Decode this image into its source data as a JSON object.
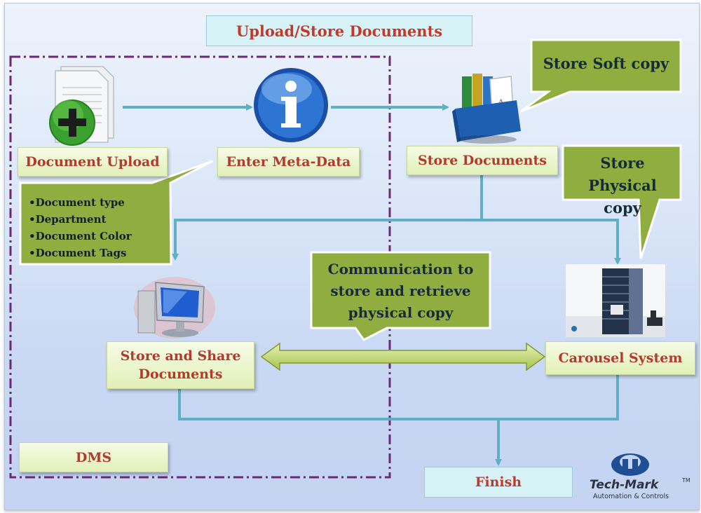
{
  "title": "Upload/Store Documents",
  "nodes": {
    "document_upload": "Document Upload",
    "enter_meta_data": "Enter Meta-Data",
    "store_documents": "Store Documents",
    "store_and_share": [
      "Store and Share",
      "Documents"
    ],
    "carousel_system": "Carousel System",
    "dms": "DMS",
    "finish": "Finish"
  },
  "callouts": {
    "store_soft_copy": "Store Soft copy",
    "store_physical_copy": [
      "Store Physical",
      "copy"
    ],
    "communication": [
      "Communication to",
      "store and retrieve",
      "physical copy"
    ]
  },
  "meta_fields": [
    "•Document type",
    "•Department",
    "•Document Color",
    "•Document Tags"
  ],
  "logo": {
    "name": "Tech-Mark",
    "tm": "TM",
    "tagline": "Automation & Controls"
  },
  "colors": {
    "arrow": "#5fb0c6",
    "callout_green": "#8fae3f",
    "label_text": "#b23a2e",
    "dash_border": "#6b2a73",
    "logo_blue": "#1e4f94"
  }
}
